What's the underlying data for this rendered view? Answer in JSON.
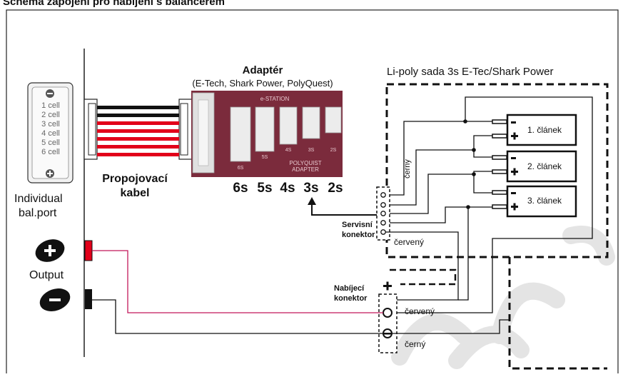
{
  "title": "Schema zapojení pro nabíjení s balancérem",
  "charger": {
    "port_label_1": "Individual",
    "port_label_2": "bal.port",
    "cell_labels": [
      "1 cell",
      "2 cell",
      "3 cell",
      "4 cell",
      "5 cell",
      "6 cell"
    ],
    "output_label": "Output"
  },
  "cable": {
    "label_1": "Propojovací",
    "label_2": "kabel"
  },
  "adapter": {
    "title": "Adaptér",
    "subtitle": "(E-Tech, Shark Power, PolyQuest)",
    "board_header": "e-STATION",
    "board_text_1": "POLYQUIST",
    "board_text_2": "ADAPTER",
    "socket_marks": [
      "6S",
      "5S",
      "4S",
      "3S",
      "2S"
    ],
    "sizes": [
      "6s",
      "5s",
      "4s",
      "3s",
      "2s"
    ]
  },
  "pack": {
    "title": "Li-poly sada 3s E-Tec/Shark Power",
    "cells": [
      "1. článek",
      "2. článek",
      "3. článek"
    ]
  },
  "service_connector": {
    "label_1": "Servisní",
    "label_2": "konektor",
    "black_wire": "černý",
    "red_wire": "červený"
  },
  "charge_connector": {
    "label_1": "Nabíjecí",
    "label_2": "konektor",
    "red_wire": "červený",
    "black_wire": "černý"
  },
  "colors": {
    "wire_red": "#e2001a",
    "wire_black": "#111111",
    "lead_red": "#c2185b",
    "adapter_board": "#7b2b3c",
    "watermark": "#d9d9d9"
  }
}
